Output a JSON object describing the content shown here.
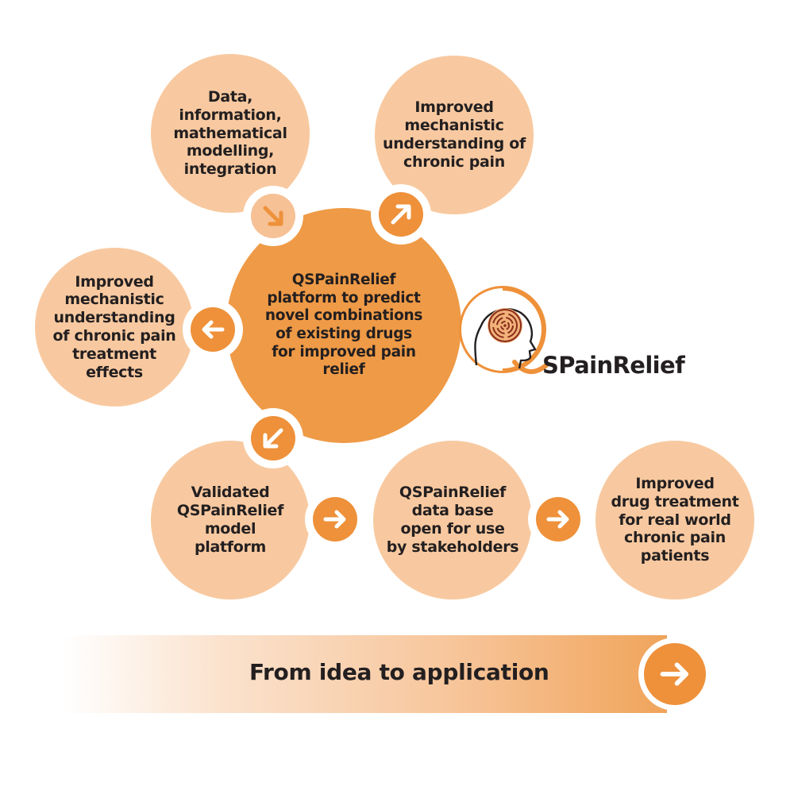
{
  "nodes": {
    "top_left": "Data,\ninformation,\nmathematical\nmodelling,\nintegration",
    "top_right": "Improved\nmechanistic\nunderstanding of\nchronic pain",
    "left": "Improved\nmechanistic\nunderstanding\nof chronic pain\ntreatment\neffects",
    "center": "QSPainRelief\nplatform to predict\nnovel combinations\nof existing drugs\nfor improved pain\nrelief",
    "bottom_left": "Validated\nQSPainRelief\nmodel\nplatform",
    "bottom_mid": "QSPainRelief\ndata base\nopen for use\nby stakeholders",
    "bottom_right": "Improved\ndrug treatment\nfor real world\nchronic pain\npatients"
  },
  "logo": {
    "text": "SPainRelief"
  },
  "banner": {
    "text": "From idea to application"
  },
  "colors": {
    "light": "#f8c9a0",
    "dark": "#ef9a46",
    "arrow": "#ee913a"
  }
}
